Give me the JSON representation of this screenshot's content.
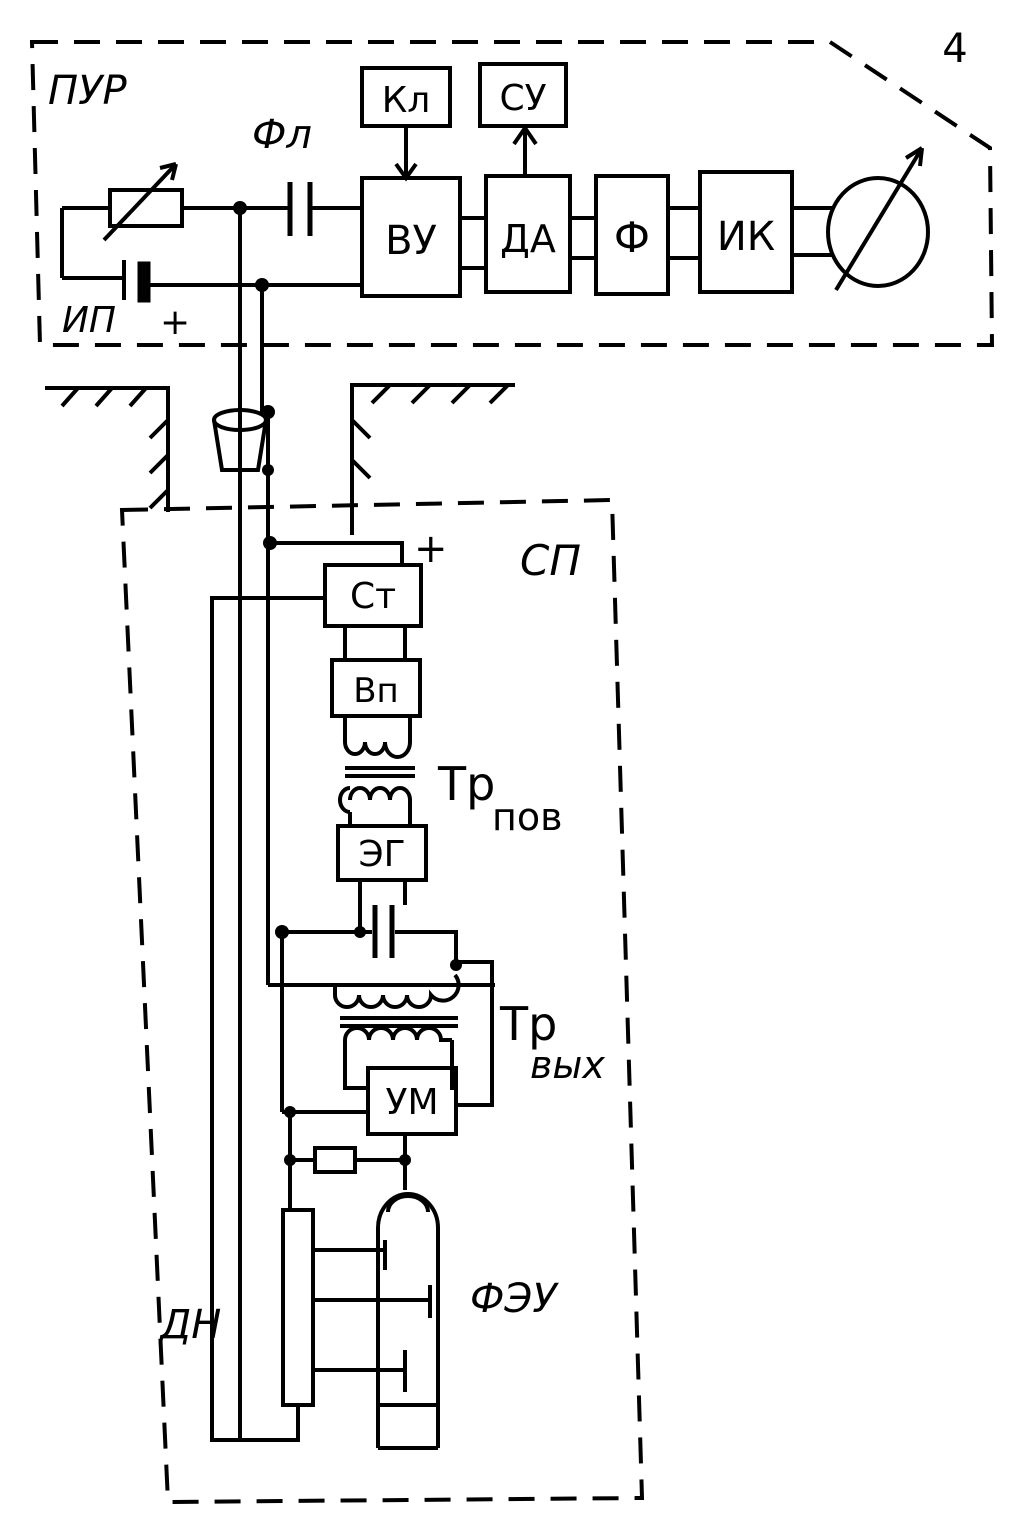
{
  "page_number": "4",
  "regions": {
    "control_panel": "ПУР",
    "downhole_probe": "СП"
  },
  "blocks": {
    "kl": "Кл",
    "su": "СУ",
    "vu": "ВУ",
    "da": "ДА",
    "f": "Ф",
    "ik": "ИК",
    "st": "Ст",
    "vp": "Вп",
    "eg": "ЭГ",
    "um": "УМ"
  },
  "labels": {
    "filter_cap": "Фл",
    "power_source": "ИП",
    "plus_sign_top": "+",
    "plus_sign_probe": "+",
    "transformer_pov": "Тр",
    "transformer_pov_sub": "пов",
    "transformer_vyh": "Тр",
    "transformer_vyh_sub": "вых",
    "divider": "ДН",
    "pmt": "ФЭУ"
  },
  "colors": {
    "ink": "#000000",
    "paper": "#ffffff"
  }
}
